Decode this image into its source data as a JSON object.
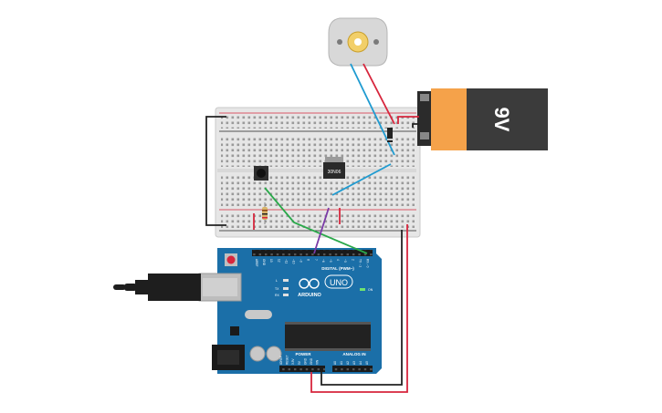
{
  "battery": {
    "label": "9V"
  },
  "mosfet": {
    "label": "30N06"
  },
  "arduino": {
    "brand": "ARDUINO",
    "model": "UNO",
    "digital_header": "DIGITAL (PWM~)",
    "power_header": "POWER",
    "analog_header": "ANALOG IN",
    "on_label": "ON",
    "led_labels": [
      "L",
      "TX",
      "RX"
    ],
    "analog_pins": [
      "A0",
      "A1",
      "A2",
      "A3",
      "A4",
      "A5"
    ],
    "power_pins": [
      "IOREF",
      "RESET",
      "3.3V",
      "5V",
      "GND",
      "GND",
      "VIN"
    ],
    "digital_pins": [
      "AREF",
      "GND",
      "13",
      "12",
      "~11",
      "~10",
      "~9",
      "8",
      "7",
      "~6",
      "~5",
      "4",
      "~3",
      "2",
      "TX→1",
      "RX←0"
    ]
  },
  "colors": {
    "wire_red": "#d7263d",
    "wire_black": "#222222",
    "wire_blue": "#1f9bd1",
    "wire_green": "#2aa84a",
    "wire_purple": "#7a3aa6",
    "board": "#1b6fa8",
    "battery_body": "#f5a24a",
    "battery_cap": "#3b3b3b"
  }
}
